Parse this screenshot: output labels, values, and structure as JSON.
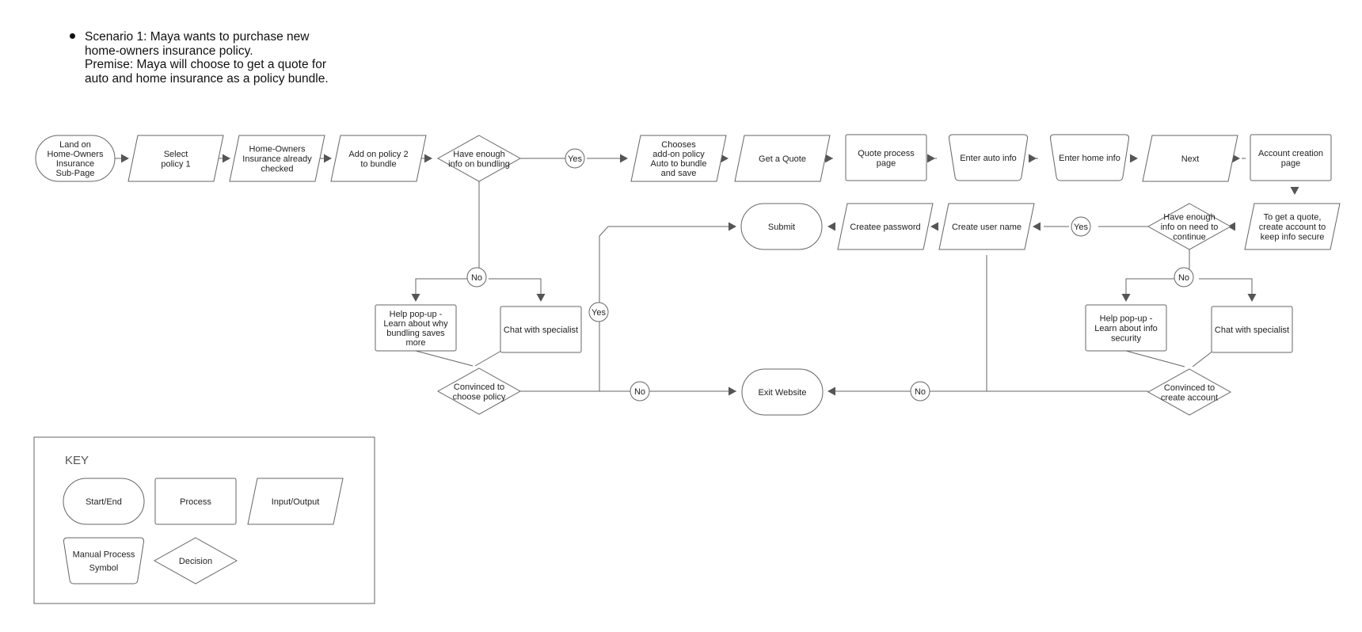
{
  "scenario": {
    "lines": [
      "Scenario 1: Maya wants to purchase new",
      "home-owners insurance policy.",
      "Premise: Maya will choose to get a quote for",
      "auto and home insurance as a policy bundle."
    ]
  },
  "nodes": [
    {
      "id": "land",
      "shape": "terminal",
      "lines": [
        "Land on",
        "Home-Owners",
        "Insurance",
        "Sub-Page"
      ]
    },
    {
      "id": "select_policy",
      "shape": "io",
      "lines": [
        "Select",
        "policy 1"
      ]
    },
    {
      "id": "home_checked",
      "shape": "io",
      "lines": [
        "Home-Owners",
        "Insurance already",
        "checked"
      ]
    },
    {
      "id": "add_policy",
      "shape": "io",
      "lines": [
        "Add on policy 2",
        "to bundle"
      ]
    },
    {
      "id": "enough_bundling",
      "shape": "decision",
      "lines": [
        "Have enough",
        "info on bundling"
      ]
    },
    {
      "id": "chooses_addon",
      "shape": "io",
      "lines": [
        "Chooses",
        "add-on policy",
        "Auto to bundle",
        "and save"
      ]
    },
    {
      "id": "get_quote",
      "shape": "io",
      "lines": [
        "Get a Quote"
      ]
    },
    {
      "id": "quote_page",
      "shape": "process",
      "lines": [
        "Quote process",
        "page"
      ]
    },
    {
      "id": "enter_auto",
      "shape": "manual",
      "lines": [
        "Enter auto info"
      ]
    },
    {
      "id": "enter_home",
      "shape": "manual",
      "lines": [
        "Enter home info"
      ]
    },
    {
      "id": "next",
      "shape": "io",
      "lines": [
        "Next"
      ]
    },
    {
      "id": "account_page",
      "shape": "process",
      "lines": [
        "Account creation",
        "page"
      ]
    },
    {
      "id": "create_account_io",
      "shape": "io",
      "lines": [
        "To get a quote,",
        "create account to",
        "keep info secure"
      ]
    },
    {
      "id": "enough_security",
      "shape": "decision",
      "lines": [
        "Have enough",
        "info on need to",
        "continue"
      ]
    },
    {
      "id": "create_username",
      "shape": "io",
      "lines": [
        "Create user name"
      ]
    },
    {
      "id": "create_password",
      "shape": "io",
      "lines": [
        "Createe password"
      ]
    },
    {
      "id": "submit",
      "shape": "terminal",
      "lines": [
        "Submit"
      ]
    },
    {
      "id": "help_bundling",
      "shape": "process",
      "lines": [
        "Help pop-up -",
        "Learn about why",
        "bundling saves",
        "more"
      ]
    },
    {
      "id": "chat_left",
      "shape": "process",
      "lines": [
        "Chat with specialist"
      ]
    },
    {
      "id": "convinced_policy",
      "shape": "decision",
      "lines": [
        "Convinced to",
        "choose policy"
      ]
    },
    {
      "id": "exit",
      "shape": "terminal",
      "lines": [
        "Exit Website"
      ]
    },
    {
      "id": "help_security",
      "shape": "process",
      "lines": [
        "Help pop-up -",
        "Learn about info",
        "security"
      ]
    },
    {
      "id": "chat_right",
      "shape": "process",
      "lines": [
        "Chat with specialist"
      ]
    },
    {
      "id": "convinced_account",
      "shape": "decision",
      "lines": [
        "Convinced to",
        "create account"
      ]
    }
  ],
  "edge_labels": [
    {
      "id": "yes_bundling",
      "text": "Yes"
    },
    {
      "id": "no_bundling",
      "text": "No"
    },
    {
      "id": "yes_submit",
      "text": "Yes"
    },
    {
      "id": "no_exit_left",
      "text": "No"
    },
    {
      "id": "yes_security",
      "text": "Yes"
    },
    {
      "id": "no_security",
      "text": "No"
    },
    {
      "id": "no_exit_right",
      "text": "No"
    }
  ],
  "key": {
    "title": "KEY",
    "items": [
      {
        "id": "start_end",
        "shape": "terminal",
        "lines": [
          "Start/End"
        ]
      },
      {
        "id": "process",
        "shape": "process",
        "lines": [
          "Process"
        ]
      },
      {
        "id": "input_output",
        "shape": "io",
        "lines": [
          "Input/Output"
        ]
      },
      {
        "id": "manual_process",
        "shape": "manual",
        "lines": [
          "Manual Process",
          "Symbol"
        ]
      },
      {
        "id": "decision",
        "shape": "decision",
        "lines": [
          "Decision"
        ]
      }
    ]
  },
  "colors": {
    "stroke": "#666666",
    "arrow": "#555555",
    "text": "#222222",
    "background": "#ffffff"
  }
}
